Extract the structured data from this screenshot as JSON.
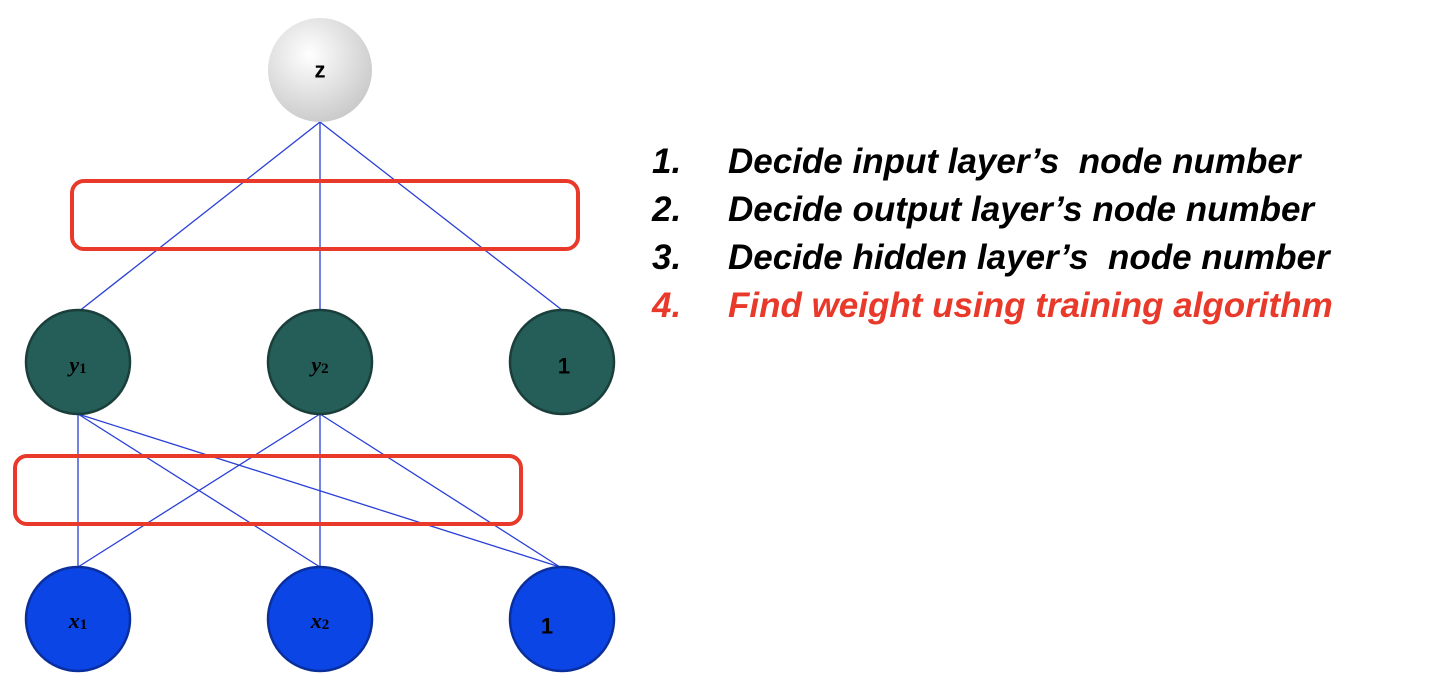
{
  "colors": {
    "edge": "#2a3fd6",
    "highlight_box": "#e8392a",
    "output_node_light": "#ffffff",
    "output_node_dark": "#c8c8c8",
    "hidden_node": "#255e59",
    "hidden_node_stroke": "#1a3f3b",
    "input_node": "#0c45e6",
    "input_node_stroke": "#0a2f9c",
    "highlight_text": "#e8392a",
    "text": "#000000"
  },
  "nodes": {
    "output": {
      "label": "z"
    },
    "hidden": [
      {
        "base": "y",
        "sub": "1"
      },
      {
        "base": "y",
        "sub": "2"
      },
      {
        "label": "1"
      }
    ],
    "input": [
      {
        "base": "x",
        "sub": "1"
      },
      {
        "base": "x",
        "sub": "2"
      },
      {
        "label": "1"
      }
    ]
  },
  "steps": [
    {
      "num": "1.",
      "text": "Decide input layer’s  node number",
      "highlight": false
    },
    {
      "num": "2.",
      "text": "Decide output layer’s node number",
      "highlight": false
    },
    {
      "num": "3.",
      "text": "Decide hidden layer’s  node number",
      "highlight": false
    },
    {
      "num": "4.",
      "text": "Find weight using training algorithm",
      "highlight": true
    }
  ]
}
